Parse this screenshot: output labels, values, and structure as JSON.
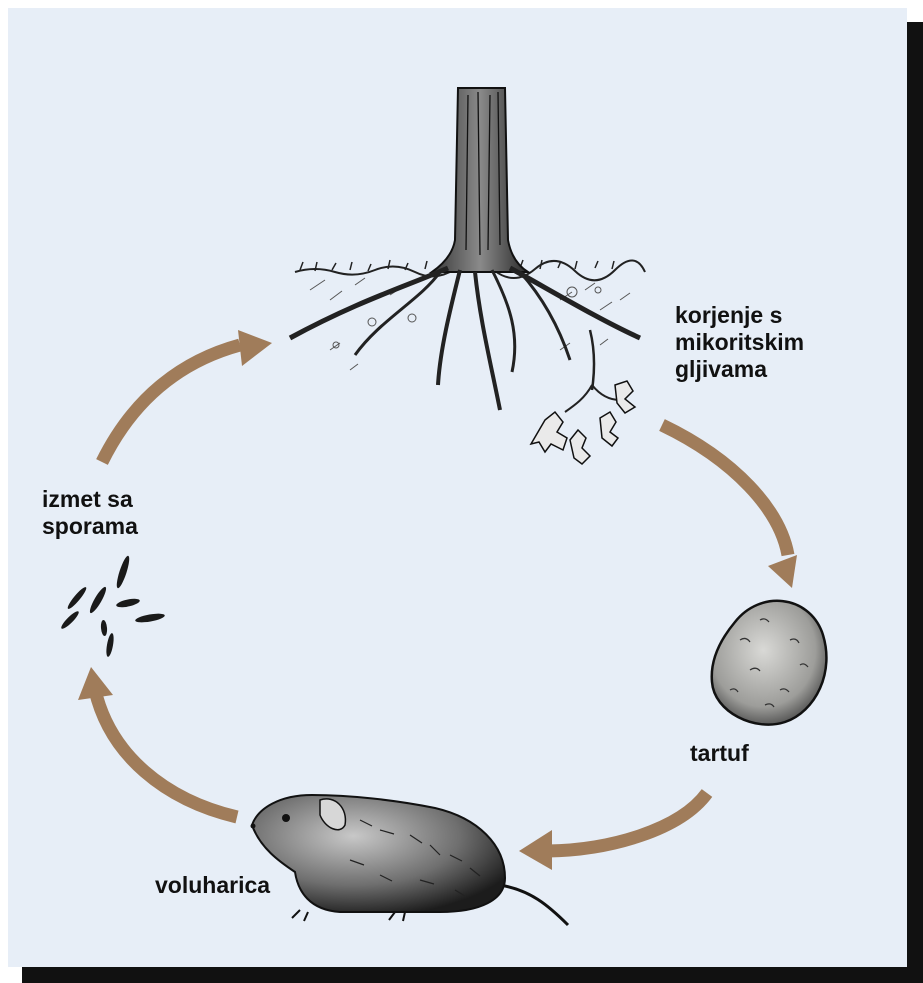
{
  "labels": {
    "roots": "korjenje s\nmikoritskim\ngljivama",
    "truffle": "tartuf",
    "vole": "voluharica",
    "scat": "izmet sa\nsporama"
  },
  "icons": [
    "tree-roots-icon",
    "truffle-icon",
    "vole-icon",
    "scat-icon",
    "cycle-arrow-icon"
  ],
  "colors": {
    "background": "#e7eef7",
    "arrow": "#a07c5a",
    "ink": "#111111"
  }
}
